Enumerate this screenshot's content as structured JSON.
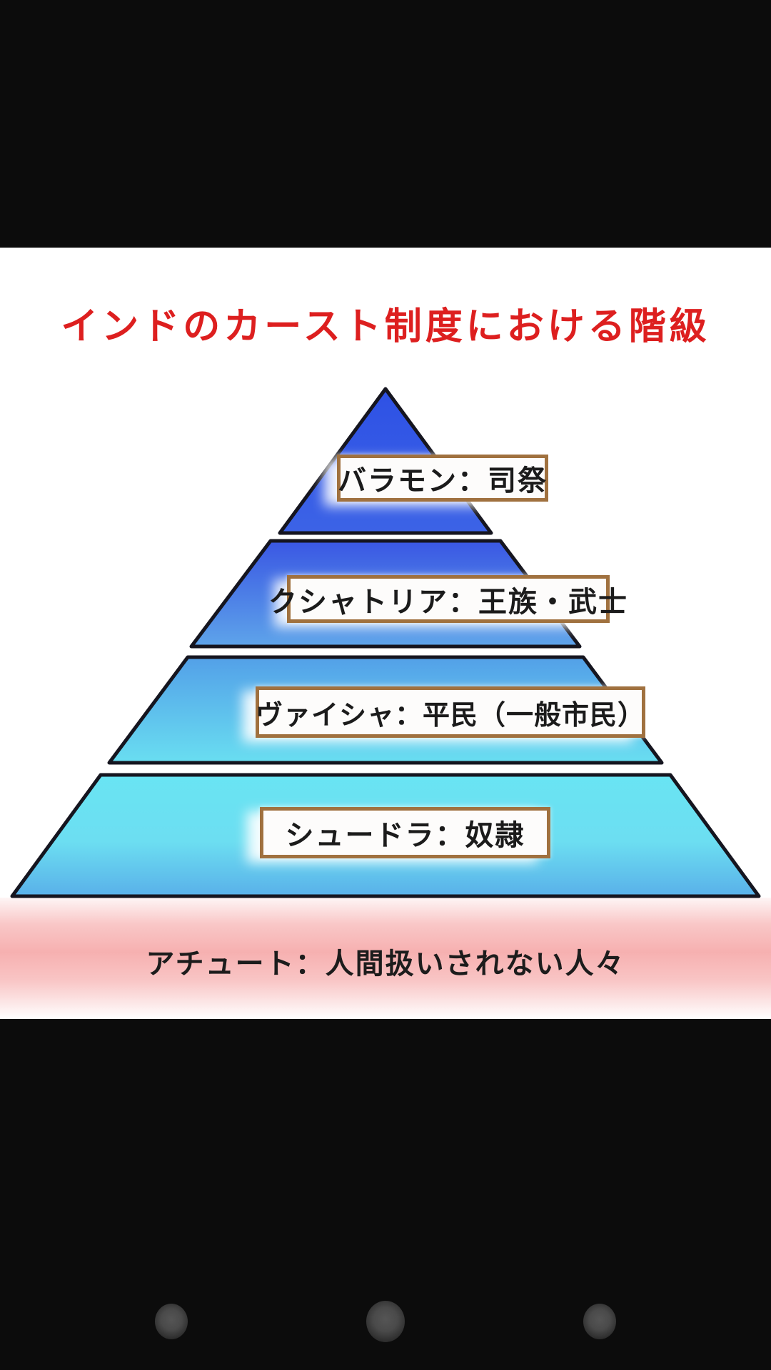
{
  "screen": {
    "title": "インドのカースト制度における階級",
    "pyramid": {
      "tiers": [
        {
          "name": "brahmin",
          "rank": 1,
          "label": "バラモン：司祭"
        },
        {
          "name": "kshatriya",
          "rank": 2,
          "label": "クシャトリア：王族・武士"
        },
        {
          "name": "vaishya",
          "rank": 3,
          "label": "ヴァイシャ：平民（一般市民）"
        },
        {
          "name": "shudra",
          "rank": 4,
          "label": "シュードラ：奴隷"
        }
      ]
    },
    "outcaste": {
      "label": "アチュート：人間扱いされない人々"
    }
  },
  "colors": {
    "title_red": "#dd1f1f",
    "label_border": "#a0713f",
    "label_text": "#1b1b1b",
    "pyramid_outline": "#15151f",
    "tier1_top": "#2e51e5",
    "tier1_bottom": "#3c63e6",
    "tier2_top": "#3a57e3",
    "tier2_bottom": "#5ea4ea",
    "tier3_top": "#53a0e8",
    "tier3_bottom": "#69def1",
    "tier4_top": "#69e4f3",
    "tier4_bottom": "#59b0e9",
    "outcaste_band_pink": "#f6acac",
    "letterbox_black": "#0c0c0c"
  },
  "nav": {
    "dots": [
      "nav-left",
      "nav-center",
      "nav-right"
    ]
  }
}
